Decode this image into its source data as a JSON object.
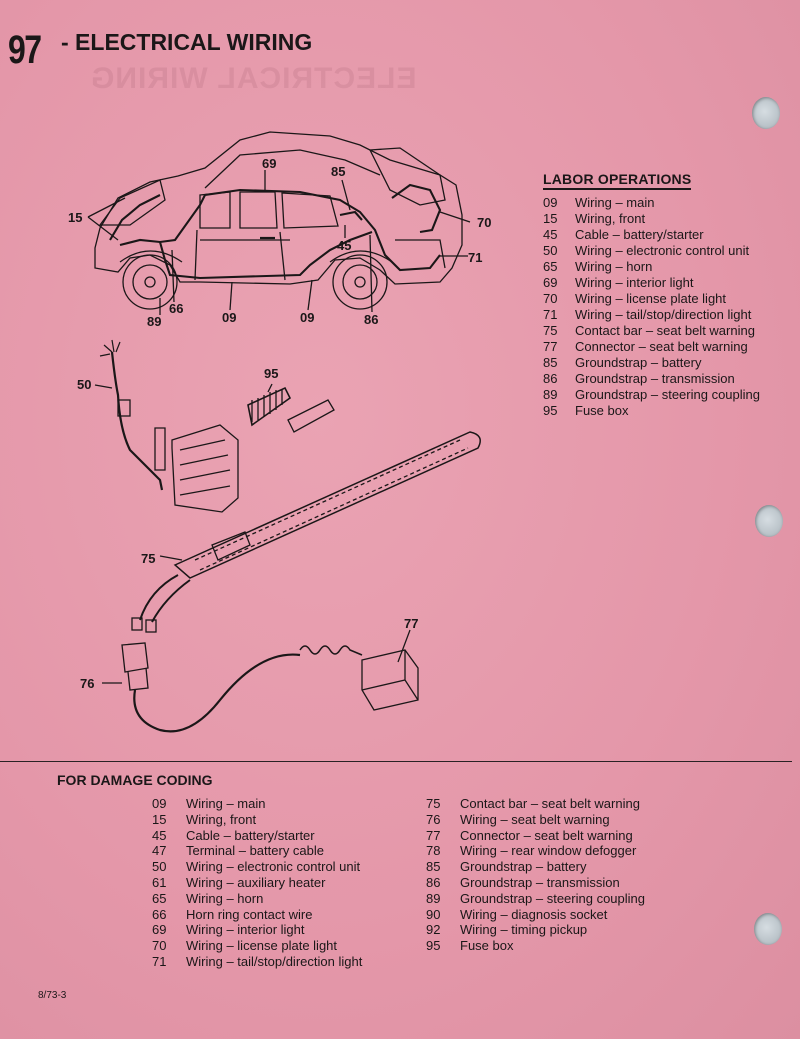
{
  "page": {
    "footer": "8/73-3",
    "bleed_text": "ELECTRICAL WIRING"
  },
  "header": {
    "section_number": "97",
    "title": "- ELECTRICAL WIRING"
  },
  "diagram": {
    "callouts": {
      "c15": "15",
      "c69": "69",
      "c85": "85",
      "c70": "70",
      "c45": "45",
      "c71": "71",
      "c66": "66",
      "c89": "89",
      "c09": "09",
      "c86": "86",
      "c95": "95",
      "c50": "50",
      "c75": "75",
      "c77": "77",
      "c76": "76"
    }
  },
  "labor": {
    "heading": "LABOR OPERATIONS",
    "items": [
      {
        "code": "09",
        "desc": "Wiring – main"
      },
      {
        "code": "15",
        "desc": "Wiring, front"
      },
      {
        "code": "45",
        "desc": "Cable – battery/starter"
      },
      {
        "code": "50",
        "desc": "Wiring – electronic control unit"
      },
      {
        "code": "65",
        "desc": "Wiring – horn"
      },
      {
        "code": "69",
        "desc": "Wiring – interior light"
      },
      {
        "code": "70",
        "desc": "Wiring – license plate light"
      },
      {
        "code": "71",
        "desc": "Wiring – tail/stop/direction light"
      },
      {
        "code": "75",
        "desc": "Contact bar – seat belt warning"
      },
      {
        "code": "77",
        "desc": "Connector – seat belt warning"
      },
      {
        "code": "85",
        "desc": "Groundstrap – battery"
      },
      {
        "code": "86",
        "desc": "Groundstrap – transmission"
      },
      {
        "code": "89",
        "desc": "Groundstrap – steering coupling"
      },
      {
        "code": "95",
        "desc": "Fuse box"
      }
    ]
  },
  "damage": {
    "heading": "FOR DAMAGE CODING",
    "left": [
      {
        "code": "09",
        "desc": "Wiring – main"
      },
      {
        "code": "15",
        "desc": "Wiring, front"
      },
      {
        "code": "45",
        "desc": "Cable – battery/starter"
      },
      {
        "code": "47",
        "desc": "Terminal – battery cable"
      },
      {
        "code": "50",
        "desc": "Wiring – electronic control unit"
      },
      {
        "code": "61",
        "desc": "Wiring – auxiliary heater"
      },
      {
        "code": "65",
        "desc": "Wiring – horn"
      },
      {
        "code": "66",
        "desc": "Horn ring contact wire"
      },
      {
        "code": "69",
        "desc": "Wiring – interior light"
      },
      {
        "code": "70",
        "desc": "Wiring – license plate light"
      },
      {
        "code": "71",
        "desc": "Wiring – tail/stop/direction light"
      }
    ],
    "right": [
      {
        "code": "75",
        "desc": "Contact bar – seat belt warning"
      },
      {
        "code": "76",
        "desc": "Wiring – seat belt warning"
      },
      {
        "code": "77",
        "desc": "Connector – seat belt warning"
      },
      {
        "code": "78",
        "desc": "Wiring – rear window defogger"
      },
      {
        "code": "85",
        "desc": "Groundstrap – battery"
      },
      {
        "code": "86",
        "desc": "Groundstrap – transmission"
      },
      {
        "code": "89",
        "desc": "Groundstrap – steering coupling"
      },
      {
        "code": "90",
        "desc": "Wiring – diagnosis socket"
      },
      {
        "code": "92",
        "desc": "Wiring – timing pickup"
      },
      {
        "code": "95",
        "desc": "Fuse box"
      }
    ]
  }
}
